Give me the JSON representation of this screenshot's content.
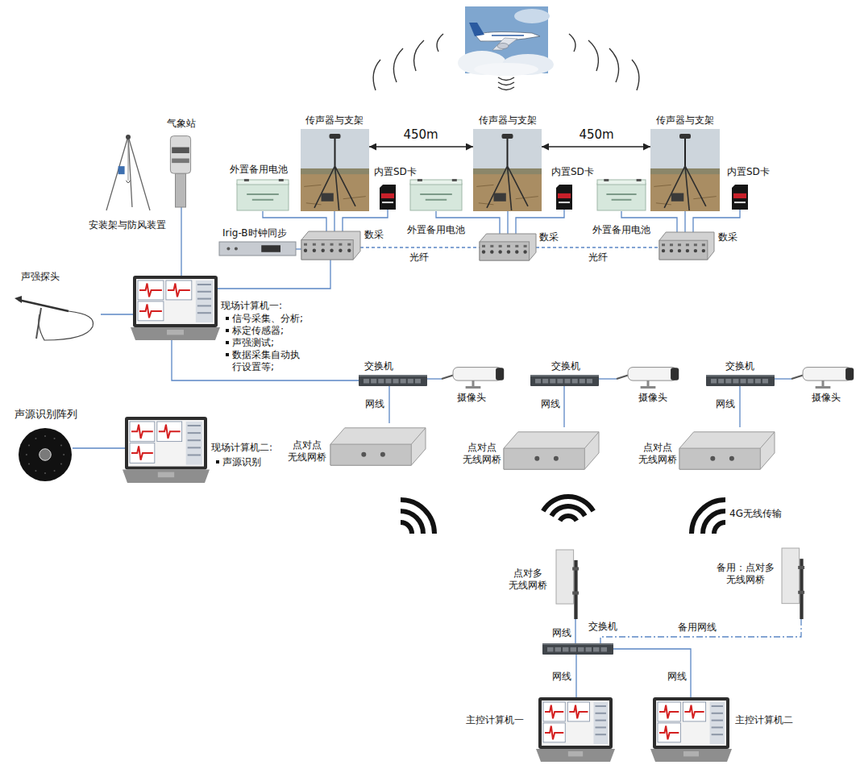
{
  "diagram": {
    "nodes": [
      {
        "text": [
          "气象站"
        ]
      },
      {
        "text": [
          "安装架与防风装置"
        ]
      },
      {
        "text": [
          "传声器与支架"
        ]
      },
      {
        "text": [
          "传声器与支架"
        ]
      },
      {
        "text": [
          "传声器与支架"
        ]
      },
      {
        "text": [
          "外置备用电池"
        ]
      },
      {
        "text": [
          "内置SD卡"
        ]
      },
      {
        "text": [
          "外置备用电池"
        ]
      },
      {
        "text": [
          "内置SD卡"
        ]
      },
      {
        "text": [
          "外置备用电池"
        ]
      },
      {
        "text": [
          "内置SD卡"
        ]
      },
      {
        "text": [
          "Irig-B时钟同步"
        ]
      },
      {
        "text": [
          "数采"
        ]
      },
      {
        "text": [
          "数采"
        ]
      },
      {
        "text": [
          "数采"
        ]
      },
      {
        "text": [
          "声强探头"
        ]
      },
      {
        "text": [
          "现场计算机一:",
          "信号采集、分析;",
          "标定传感器;",
          "声强测试;",
          "数据采集自动执行设置等;"
        ]
      },
      {
        "text": [
          "交换机"
        ]
      },
      {
        "text": [
          "摄像头"
        ]
      },
      {
        "text": [
          "交换机"
        ]
      },
      {
        "text": [
          "摄像头"
        ]
      },
      {
        "text": [
          "交换机"
        ]
      },
      {
        "text": [
          "摄像头"
        ]
      },
      {
        "text": [
          "声源识别阵列"
        ]
      },
      {
        "text": [
          "现场计算机二:",
          "声源识别"
        ]
      },
      {
        "text": [
          "点对点 无线网桥"
        ]
      },
      {
        "text": [
          "点对点 无线网桥"
        ]
      },
      {
        "text": [
          "点对点 无线网桥"
        ]
      },
      {
        "text": [
          "点对多 无线网桥"
        ]
      },
      {
        "text": [
          "备用：点对多 无线网桥"
        ]
      },
      {
        "text": [
          "交换机"
        ]
      },
      {
        "text": [
          "主控计算机一"
        ]
      },
      {
        "text": [
          "主控计算机二"
        ]
      }
    ],
    "edges": [
      {
        "from": 2,
        "to": 3,
        "arrow": "both",
        "label": "450m"
      },
      {
        "from": 3,
        "to": 4,
        "arrow": "both",
        "label": "450m"
      },
      {
        "from": 2,
        "to": 12,
        "arrow": "none"
      },
      {
        "from": 5,
        "to": 12,
        "arrow": "none"
      },
      {
        "from": 6,
        "to": 12,
        "arrow": "none"
      },
      {
        "from": 3,
        "to": 13,
        "arrow": "none"
      },
      {
        "from": 7,
        "to": 13,
        "arrow": "none"
      },
      {
        "from": 8,
        "to": 13,
        "arrow": "none"
      },
      {
        "from": 4,
        "to": 14,
        "arrow": "none"
      },
      {
        "from": 9,
        "to": 14,
        "arrow": "none"
      },
      {
        "from": 10,
        "to": 14,
        "arrow": "none"
      },
      {
        "from": 11,
        "to": 12,
        "arrow": "none"
      },
      {
        "from": 12,
        "to": 13,
        "arrow": "none",
        "label": "光纤"
      },
      {
        "from": 13,
        "to": 14,
        "arrow": "none",
        "label": "光纤"
      },
      {
        "from": 0,
        "to": 16,
        "arrow": "none"
      },
      {
        "from": 15,
        "to": 16,
        "arrow": "none"
      },
      {
        "from": 16,
        "to": 12,
        "arrow": "none"
      },
      {
        "from": 16,
        "to": 17,
        "arrow": "none"
      },
      {
        "from": 17,
        "to": 18,
        "arrow": "none"
      },
      {
        "from": 19,
        "to": 20,
        "arrow": "none"
      },
      {
        "from": 21,
        "to": 22,
        "arrow": "none"
      },
      {
        "from": 17,
        "to": 25,
        "arrow": "none",
        "label": "网线"
      },
      {
        "from": 19,
        "to": 26,
        "arrow": "none",
        "label": "网线"
      },
      {
        "from": 21,
        "to": 27,
        "arrow": "none",
        "label": "网线"
      },
      {
        "from": 23,
        "to": 24,
        "arrow": "none"
      },
      {
        "from": 28,
        "to": 30,
        "arrow": "none",
        "label": "网线"
      },
      {
        "from": 29,
        "to": 30,
        "arrow": "none",
        "label": "备用网线"
      },
      {
        "from": 30,
        "to": 31,
        "arrow": "none",
        "label": "网线"
      },
      {
        "from": 30,
        "to": 32,
        "arrow": "none",
        "label": "网线"
      }
    ],
    "labels": [
      "4G无线传输"
    ]
  }
}
